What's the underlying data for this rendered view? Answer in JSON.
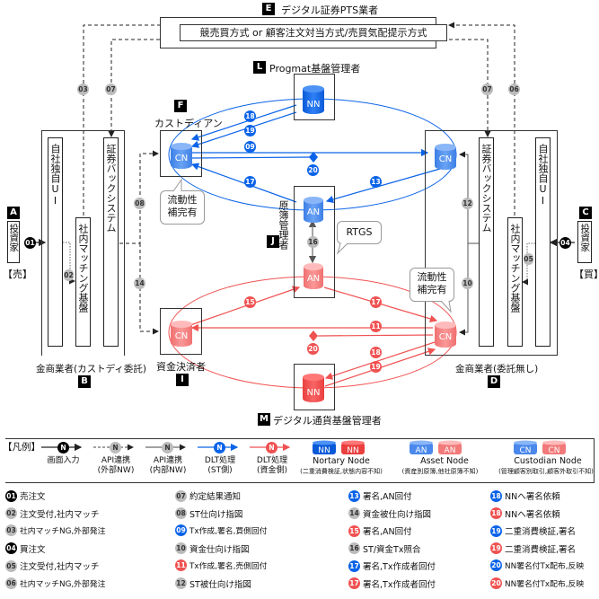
{
  "colors": {
    "st_blue": "#0a63e8",
    "st_blue_light": "#5b97f0",
    "cash_red": "#f05252",
    "cash_red_light": "#f48080",
    "gray_step": "#bbbbbb",
    "black_step": "#000000"
  },
  "nodes": {
    "E": {
      "tag": "E",
      "title": "デジタル証券PTS業者",
      "inner": "競売買方式 or 顧客注文対当方式/売買気配提示方式"
    },
    "L": {
      "tag": "L",
      "title": "Progmat基盤管理者",
      "node": "NN"
    },
    "F": {
      "tag": "F",
      "title": "カストディアン",
      "node": "CN",
      "bubble": "流動性\n補完有"
    },
    "J": {
      "tag": "J",
      "title": "原簿管理者",
      "node_st": "AN",
      "node_cash": "AN",
      "bubble": "RTGS"
    },
    "I": {
      "tag": "I",
      "title": "資金決済者",
      "node": "CN"
    },
    "M": {
      "tag": "M",
      "title": "デジタル通貨基盤管理者",
      "node": "NN"
    },
    "A": {
      "tag": "A",
      "title": "投資家",
      "side": "【売】"
    },
    "C": {
      "tag": "C",
      "title": "投資家",
      "side": "【買】"
    },
    "B": {
      "tag": "B",
      "title": "金商業者(カストディ委託)",
      "cols": [
        "自社独自UI",
        "社内マッチング基盤",
        "証券バックシステム"
      ]
    },
    "D": {
      "tag": "D",
      "title": "金商業者(委託無し)",
      "cols": [
        "証券バックシステム",
        "社内マッチング基盤",
        "自社独自UI"
      ],
      "node": "CN",
      "bubble": "流動性\n補完有"
    }
  },
  "flow_badges": {
    "s01": "01",
    "s02": "02",
    "s03": "03",
    "s04": "04",
    "s05": "05",
    "s06": "06",
    "s07a": "07",
    "s07b": "07",
    "s08": "08",
    "s09": "09",
    "s10": "10",
    "s11": "11",
    "s12": "12",
    "s13": "13",
    "s14": "14",
    "s15": "15",
    "s16": "16",
    "s17b": "17",
    "s17r": "17",
    "s18b": "18",
    "s18r": "18",
    "s19b": "19",
    "s19r": "19",
    "s20b": "20",
    "s20r": "20"
  },
  "legend": {
    "title": "【凡例】",
    "line_types": [
      {
        "badge": "N",
        "label": "画面入力",
        "sub": ""
      },
      {
        "badge": "N",
        "label": "API連携",
        "sub": "(外部NW)"
      },
      {
        "badge": "N",
        "label": "API連携",
        "sub": "(内部NW)"
      },
      {
        "badge": "N",
        "label": "DLT処理",
        "sub": "(ST側)"
      },
      {
        "badge": "N",
        "label": "DLT処理",
        "sub": "(資金側)"
      }
    ],
    "node_types": [
      {
        "a": "NN",
        "b": "NN",
        "label": "Nortary Node",
        "sub": "(二重消費検証,状態内容不知)"
      },
      {
        "a": "AN",
        "b": "AN",
        "label": "Asset  Node",
        "sub": "(資産別原簿,他社原簿不知)"
      },
      {
        "a": "CN",
        "b": "CN",
        "label": "Custodian Node",
        "sub": "(管理顧客別取引,顧客外取引不知)"
      }
    ]
  },
  "steps": [
    {
      "num": "01",
      "style": "black",
      "text": "売注文"
    },
    {
      "num": "02",
      "style": "gray",
      "text": "注文受付,社内マッチ"
    },
    {
      "num": "03",
      "style": "gray",
      "text": "社内マッチNG,外部発注"
    },
    {
      "num": "04",
      "style": "black",
      "text": "買注文"
    },
    {
      "num": "05",
      "style": "gray",
      "text": "注文受付,社内マッチ"
    },
    {
      "num": "06",
      "style": "gray",
      "text": "社内マッチNG,外部発注"
    },
    {
      "num": "07",
      "style": "gray",
      "text": "約定結果通知"
    },
    {
      "num": "08",
      "style": "gray",
      "text": "ST仕向け指図"
    },
    {
      "num": "09",
      "style": "blue",
      "text": "Tx作成,署名,買側回付"
    },
    {
      "num": "10",
      "style": "gray",
      "text": "資金仕向け指図"
    },
    {
      "num": "11",
      "style": "red",
      "text": "Tx作成,署名,売側回付"
    },
    {
      "num": "12",
      "style": "gray",
      "text": "ST被仕向け指図"
    },
    {
      "num": "13",
      "style": "blue",
      "text": "署名,AN回付"
    },
    {
      "num": "14",
      "style": "gray",
      "text": "資金被仕向け指図"
    },
    {
      "num": "15",
      "style": "red",
      "text": "署名,AN回付"
    },
    {
      "num": "16",
      "style": "gray",
      "text": "ST/資金Tx照合"
    },
    {
      "num": "17",
      "style": "blue",
      "text": "署名,Tx作成者回付"
    },
    {
      "num": "17",
      "style": "red",
      "text": "署名,Tx作成者回付"
    },
    {
      "num": "18",
      "style": "blue",
      "text": "NNへ署名依頼"
    },
    {
      "num": "18",
      "style": "red",
      "text": "NNへ署名依頼"
    },
    {
      "num": "19",
      "style": "blue",
      "text": "二重消費検証,署名"
    },
    {
      "num": "19",
      "style": "red",
      "text": "二重消費検証,署名"
    },
    {
      "num": "20",
      "style": "blue",
      "text": "NN署名付Tx配布,反映"
    },
    {
      "num": "20",
      "style": "red",
      "text": "NN署名付Tx配布,反映"
    }
  ]
}
